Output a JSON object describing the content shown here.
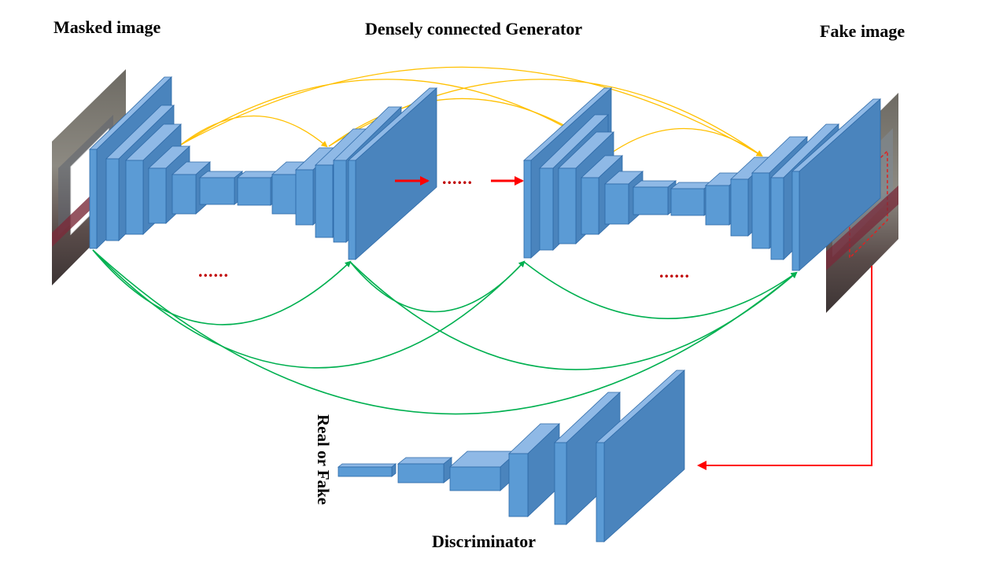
{
  "labels": {
    "masked_image": "Masked image",
    "generator": "Densely connected Generator",
    "fake_image": "Fake image",
    "discriminator": "Discriminator",
    "real_or_fake": "Real or Fake"
  },
  "ellipsis": "......",
  "colors": {
    "block_front": "#5b9bd5",
    "block_top": "#8fb9e6",
    "block_side": "#4a84bd",
    "block_stroke": "#2e6aa8",
    "skip_green": "#00b050",
    "skip_yellow": "#ffc000",
    "flow_red": "#ff0000",
    "ellipsis_red": "#c00000"
  }
}
